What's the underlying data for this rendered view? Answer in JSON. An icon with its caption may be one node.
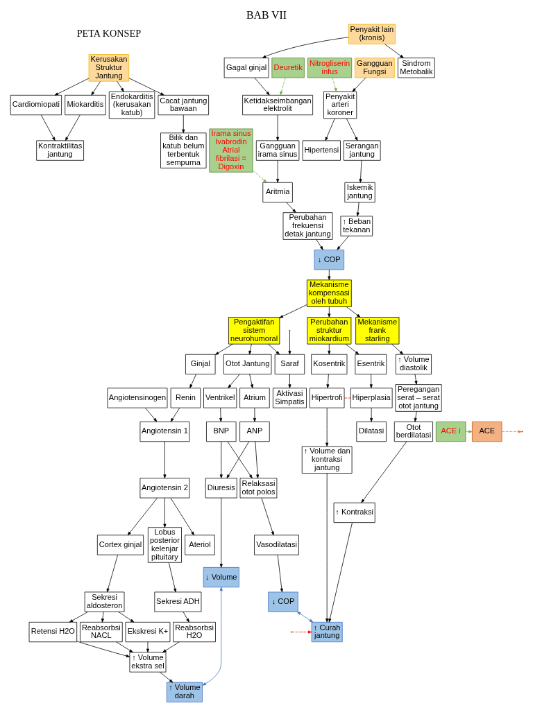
{
  "diagram": {
    "title": "BAB VII",
    "nodes": [
      {
        "text": [
          "Kerusakan Struktur Jantung"
        ]
      },
      {
        "text": [
          "Nitrogliserin infus"
        ]
      },
      {
        "text": [
          "Gangguan Fungsi"
        ]
      },
      {
        "text": [
          "Penyakit lain (kronis)"
        ]
      },
      {
        "text": [
          "Cardiomiopati"
        ]
      },
      {
        "text": [
          "Miokarditis"
        ]
      },
      {
        "text": [
          "Endokarditis (kerusakan katub)"
        ]
      },
      {
        "text": [
          "Cacat jantung bawaan"
        ]
      },
      {
        "text": [
          "Bilik dan katub belum terbentuk sempurna"
        ]
      },
      {
        "text": [
          "Penyakit arteri koroner"
        ]
      },
      {
        "text": [
          "Serangan jantung"
        ]
      },
      {
        "text": [
          "Hipertensi"
        ]
      },
      {
        "text": [
          "Iskemik jantung"
        ]
      },
      {
        "text": [
          "Sindrom Metobalik"
        ]
      },
      {
        "text": [
          "Gagal ginjal"
        ]
      },
      {
        "text": [
          "Deuretik"
        ]
      },
      {
        "text": [
          "Ketidakseimbangan elektrolit"
        ]
      },
      {
        "text": [
          "Gangguan irama sinus"
        ]
      },
      {
        "text": [
          "Aritmia"
        ]
      },
      {
        "text": [
          "Irama sinus Ivabrodin Atrial fibrilasi = Digoxin"
        ]
      },
      {
        "text": [
          "Perubahan frekuensi detak jantung"
        ]
      },
      {
        "text": [
          "Kontraktilitas jantung"
        ]
      },
      {
        "text": [
          "↑ Beban tekanan"
        ]
      },
      {
        "text": [
          "↓ COP"
        ]
      },
      {
        "text": [
          "Mekanisme kompensasi oleh tubuh"
        ]
      },
      {
        "text": [
          "Pengaktifan sistem neurohumoral"
        ]
      },
      {
        "text": [
          "Mekanisme frank starling"
        ]
      },
      {
        "text": [
          "Perubahan struktur miokardium"
        ]
      },
      {
        "text": [
          "Otot Jantung"
        ]
      },
      {
        "text": [
          "Saraf"
        ]
      },
      {
        "text": [
          "Ginjal"
        ]
      },
      {
        "text": [
          "Aktivasi Simpatis"
        ]
      },
      {
        "text": [
          "Renin"
        ]
      },
      {
        "text": [
          "Atrium"
        ]
      },
      {
        "text": [
          "Ventrikel"
        ]
      },
      {
        "text": [
          "ANP"
        ]
      },
      {
        "text": [
          "BNP"
        ]
      },
      {
        "text": [
          "Angiotensinogen"
        ]
      },
      {
        "text": [
          "Angiotensin 1"
        ]
      },
      {
        "text": [
          "ACE i"
        ]
      },
      {
        "text": [
          "ACE"
        ]
      },
      {
        "text": [
          "Angiotensin 2"
        ]
      },
      {
        "text": [
          "Diuresis"
        ]
      },
      {
        "text": [
          "Relaksasi otot polos"
        ]
      },
      {
        "text": [
          "↓ Volume"
        ]
      },
      {
        "text": [
          "Vasodilatasi"
        ]
      },
      {
        "text": [
          "↓ COP"
        ]
      },
      {
        "text": [
          "Ateriol"
        ]
      },
      {
        "text": [
          "Cortex ginjal"
        ]
      },
      {
        "text": [
          "Lobus posterior kelenjar pituitary"
        ]
      },
      {
        "text": [
          "Sekresi aldosteron"
        ]
      },
      {
        "text": [
          "Sekresi ADH"
        ]
      },
      {
        "text": [
          "Reabsorbsi NACL"
        ]
      },
      {
        "text": [
          "Ekskresi K+"
        ]
      },
      {
        "text": [
          "Retensi H2O"
        ]
      },
      {
        "text": [
          "Reabsorbsi H2O"
        ]
      },
      {
        "text": [
          "↑ Volume ekstra sel"
        ]
      },
      {
        "text": [
          "↑ Volume darah"
        ]
      },
      {
        "text": [
          "↑ Curah jantung"
        ]
      },
      {
        "text": [
          "↑ Volume diastolik"
        ]
      },
      {
        "text": [
          "Peregangan serat – serat otot jantung"
        ]
      },
      {
        "text": [
          "Otot berdilatasi"
        ]
      },
      {
        "text": [
          "↑ Kontraksi"
        ]
      },
      {
        "text": [
          "Kosentrik"
        ]
      },
      {
        "text": [
          "Esentrik"
        ]
      },
      {
        "text": [
          "Hipertrofi"
        ]
      },
      {
        "text": [
          "Hiperplasia"
        ]
      },
      {
        "text": [
          "Dilatasi"
        ]
      },
      {
        "text": [
          "↑ Volume dan kontraksi jantung"
        ]
      }
    ],
    "edges": [
      {
        "from": 0,
        "to": 4,
        "arrow": "to"
      },
      {
        "from": 0,
        "to": 5,
        "arrow": "to"
      },
      {
        "from": 0,
        "to": 6,
        "arrow": "to"
      },
      {
        "from": 0,
        "to": 7,
        "arrow": "to"
      },
      {
        "from": 7,
        "to": 8,
        "arrow": "to"
      },
      {
        "from": 4,
        "to": 21,
        "arrow": "to"
      },
      {
        "from": 5,
        "to": 21,
        "arrow": "to"
      },
      {
        "from": 1,
        "to": 9,
        "arrow": "to",
        "style": "dashed",
        "color": "#70ad47"
      },
      {
        "from": 2,
        "to": 9,
        "arrow": "to"
      },
      {
        "from": 9,
        "to": 10,
        "arrow": "to"
      },
      {
        "from": 9,
        "to": 11,
        "arrow": "to"
      },
      {
        "from": 10,
        "to": 12,
        "arrow": "to"
      },
      {
        "from": 12,
        "to": 22,
        "arrow": "to"
      },
      {
        "from": 3,
        "to": 13,
        "arrow": "to"
      },
      {
        "from": 3,
        "to": 14,
        "arrow": "to"
      },
      {
        "from": 14,
        "to": 16,
        "arrow": "to"
      },
      {
        "from": 15,
        "to": 16,
        "arrow": "to",
        "style": "dashed",
        "color": "#70ad47"
      },
      {
        "from": 16,
        "to": 17,
        "arrow": "to"
      },
      {
        "from": 17,
        "to": 18,
        "arrow": "to"
      },
      {
        "from": 19,
        "to": 18,
        "arrow": "to",
        "style": "dashed",
        "color": "#70ad47"
      },
      {
        "from": 18,
        "to": 20,
        "arrow": "to"
      },
      {
        "from": 22,
        "to": 23,
        "arrow": "to"
      },
      {
        "from": 20,
        "to": 23,
        "arrow": "to"
      },
      {
        "from": 23,
        "to": 24,
        "arrow": "to"
      },
      {
        "from": 24,
        "to": 25,
        "arrow": "to"
      },
      {
        "from": 24,
        "to": 26,
        "arrow": "to"
      },
      {
        "from": 24,
        "to": 27,
        "arrow": "to"
      },
      {
        "from": 25,
        "to": 28,
        "arrow": "to"
      },
      {
        "from": 25,
        "to": 29,
        "arrow": "to"
      },
      {
        "from": 25,
        "to": 30,
        "arrow": "to"
      },
      {
        "from": null,
        "to": 29,
        "arrow": "to"
      },
      {
        "from": 29,
        "to": 31,
        "arrow": "to"
      },
      {
        "from": 30,
        "to": 32,
        "arrow": "to"
      },
      {
        "from": 32,
        "to": 38,
        "arrow": "to"
      },
      {
        "from": 37,
        "to": 38,
        "arrow": "to"
      },
      {
        "from": 38,
        "to": 41,
        "arrow": "to"
      },
      {
        "from": 39,
        "to": 40,
        "arrow": "to",
        "style": "dashed",
        "color": "#70ad47"
      },
      {
        "from": 40,
        "to": null,
        "arrow": "to",
        "style": "dashed",
        "color": "#ed7d31"
      },
      {
        "from": 28,
        "to": 33,
        "arrow": "to"
      },
      {
        "from": 28,
        "to": 34,
        "arrow": "to"
      },
      {
        "from": 33,
        "to": 35,
        "arrow": "to"
      },
      {
        "from": 34,
        "to": 36,
        "arrow": "to"
      },
      {
        "from": 35,
        "to": 42,
        "arrow": "to"
      },
      {
        "from": 35,
        "to": 43,
        "arrow": "to"
      },
      {
        "from": 36,
        "to": 42,
        "arrow": "to"
      },
      {
        "from": 36,
        "to": 43,
        "arrow": "to"
      },
      {
        "from": 42,
        "to": 44,
        "arrow": "to"
      },
      {
        "from": 43,
        "to": 45,
        "arrow": "to"
      },
      {
        "from": 45,
        "to": 46,
        "arrow": "to"
      },
      {
        "from": 41,
        "to": 47,
        "arrow": "to"
      },
      {
        "from": 41,
        "to": 48,
        "arrow": "to"
      },
      {
        "from": 41,
        "to": 49,
        "arrow": "to"
      },
      {
        "from": 48,
        "to": 50,
        "arrow": "to"
      },
      {
        "from": 49,
        "to": 51,
        "arrow": "to"
      },
      {
        "from": 50,
        "to": 52,
        "arrow": "to"
      },
      {
        "from": 50,
        "to": 53,
        "arrow": "to"
      },
      {
        "from": 50,
        "to": 54,
        "arrow": "to"
      },
      {
        "from": 51,
        "to": 55,
        "arrow": "to"
      },
      {
        "from": 52,
        "to": 56,
        "arrow": "to"
      },
      {
        "from": 53,
        "to": 56,
        "arrow": "to"
      },
      {
        "from": 54,
        "to": 56,
        "arrow": "to"
      },
      {
        "from": 55,
        "to": 56,
        "arrow": "to"
      },
      {
        "from": 56,
        "to": 57,
        "arrow": "to"
      },
      {
        "from": 44,
        "to": 57,
        "arrow": "both",
        "color": "#4472c4"
      },
      {
        "from": 46,
        "to": 58,
        "arrow": "both",
        "color": "#4472c4"
      },
      {
        "from": 26,
        "to": 59,
        "arrow": "to"
      },
      {
        "from": 59,
        "to": 60,
        "arrow": "to"
      },
      {
        "from": 60,
        "to": 61,
        "arrow": "to"
      },
      {
        "from": 61,
        "to": 62,
        "arrow": "to"
      },
      {
        "from": 27,
        "to": 63,
        "arrow": "to"
      },
      {
        "from": 27,
        "to": 64,
        "arrow": "to"
      },
      {
        "from": 63,
        "to": 65,
        "arrow": "to"
      },
      {
        "from": 64,
        "to": 66,
        "arrow": "to"
      },
      {
        "from": 66,
        "to": 67,
        "arrow": "to"
      },
      {
        "from": 65,
        "to": 66,
        "arrow": "none",
        "style": "dashed",
        "color": "#ff0000"
      },
      {
        "from": 65,
        "to": 68,
        "arrow": "to"
      },
      {
        "from": 62,
        "to": 58,
        "arrow": "to"
      },
      {
        "from": 68,
        "to": 58,
        "arrow": "to"
      },
      {
        "from": null,
        "to": 58,
        "arrow": "to",
        "style": "dashed",
        "color": "#ff0000"
      }
    ],
    "labels": [
      "PETA KONSEP"
    ]
  }
}
